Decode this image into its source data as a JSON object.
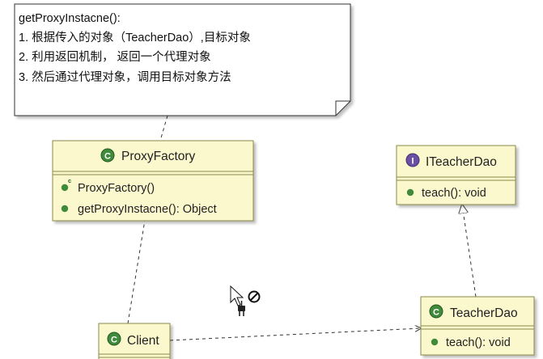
{
  "note": {
    "lines": [
      "getProxyInstacne():",
      "1. 根据传入的对象（TeacherDao）,目标对象",
      "2. 利用返回机制， 返回一个代理对象",
      "3. 然后通过代理对象，调用目标对象方法"
    ]
  },
  "classes": {
    "proxy_factory": {
      "name": "ProxyFactory",
      "stereotype_glyph": "C",
      "members": [
        "ProxyFactory()",
        "getProxyInstacne(): Object"
      ]
    },
    "iteacher_dao": {
      "name": "ITeacherDao",
      "stereotype_glyph": "I",
      "members": [
        "teach(): void"
      ]
    },
    "teacher_dao": {
      "name": "TeacherDao",
      "stereotype_glyph": "C",
      "members": [
        "teach(): void"
      ]
    },
    "client": {
      "name": "Client",
      "stereotype_glyph": "C"
    }
  },
  "colors": {
    "class_fill": "#fbf8cd",
    "class_border": "#8a8a4a",
    "note_fill": "#ffffff",
    "class_icon": "#3f8a3b",
    "interface_icon": "#6b4fa3",
    "member_dot": "#3f8a3b"
  }
}
